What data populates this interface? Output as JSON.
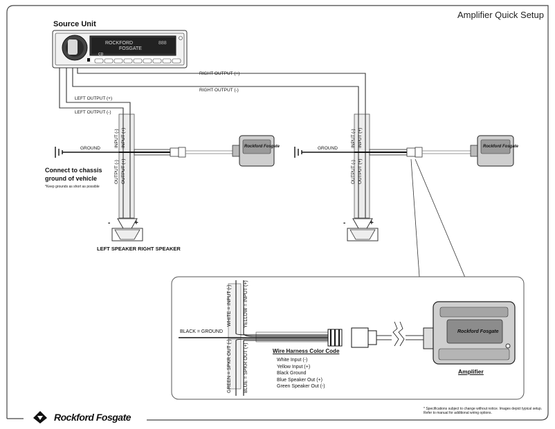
{
  "title": "Amplifier Quick Setup",
  "source_unit": {
    "label": "Source Unit",
    "display_line1": "ROCKFORD",
    "display_line2": "FOSGATE",
    "display_small": "CD",
    "display_right": "888"
  },
  "wires": {
    "right_pos": "RIGHT OUTPUT (+)",
    "right_neg": "RIGHT OUTPUT (-)",
    "left_pos": "LEFT OUTPUT (+)",
    "left_neg": "LEFT OUTPUT (-)",
    "ground": "GROUND",
    "input_neg": "INPUT (-)",
    "input_pos": "INPUT (+)",
    "output_neg": "OUTPUT (-)",
    "output_pos": "OUTPUT (+)"
  },
  "ground_note": {
    "line1": "Connect to chassis",
    "line2": "ground of vehicle",
    "small": "*Keep grounds as short as possible"
  },
  "speakers_label": "LEFT SPEAKER RIGHT SPEAKER",
  "polarity": {
    "neg": "-",
    "pos": "+"
  },
  "amp_logo": "Rockford Fosgate",
  "detail": {
    "white_input": "WHITE = INPUT (-)",
    "yellow_input": "YELLOW = INPUT (+)",
    "black_ground": "BLACK = GROUND",
    "green_spkr": "GREEN = SPKR OUT (-)",
    "blue_spkr": "BLUE = SPKR OUT (+)",
    "amplifier": "Amplifier"
  },
  "legend": {
    "title": "Wire Harness Color Code",
    "rows": [
      "White  Input (-)",
      "Yellow  Input (+)",
      "Black Ground",
      "Blue  Speaker Out (+)",
      "Green  Speaker Out (-)"
    ]
  },
  "footnote": {
    "line1": "* Specifications subject to change without notice. Images depict typical setup.",
    "line2": "Refer to manual for additional wiring options."
  },
  "brand": "Rockford Fosgate"
}
